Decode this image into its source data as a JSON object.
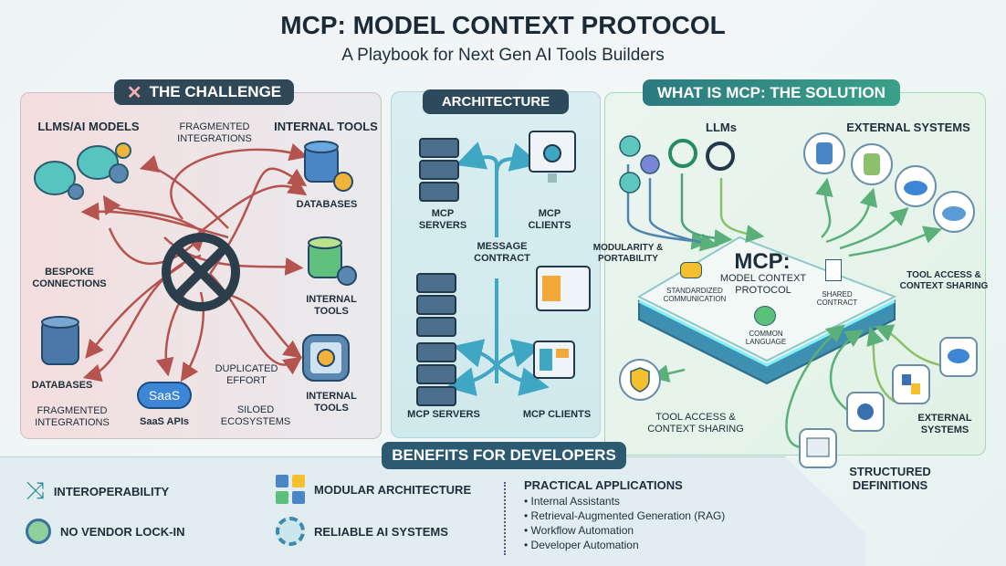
{
  "header": {
    "title": "MCP: MODEL CONTEXT PROTOCOL",
    "subtitle": "A Playbook for Next Gen AI Tools Builders"
  },
  "challenge": {
    "heading": "THE CHALLENGE",
    "labels": {
      "llms": "LLMs/AI MODELS",
      "fragmented_top": "FRAGMENTED INTEGRATIONS",
      "internal_tools_top": "INTERNAL TOOLS",
      "databases_right": "DATABASES",
      "bespoke": "BESPOKE CONNECTIONS",
      "internal_tools_mid": "INTERNAL TOOLS",
      "databases_left": "DATABASES",
      "duplicated": "DUPLICATED EFFORT",
      "internal_tools_bottom": "INTERNAL TOOLS",
      "fragmented_bottom": "FRAGMENTED INTEGRATIONS",
      "saas_apis": "SaaS APIs",
      "siloed": "SILOED ECOSYSTEMS",
      "saas_icon_text": "SaaS"
    }
  },
  "architecture": {
    "heading": "ARCHITECTURE",
    "labels": {
      "servers_top": "MCP SERVERS",
      "clients_top": "MCP CLIENTS",
      "message_contract": "MESSAGE CONTRACT",
      "servers_bottom": "MCP SERVERS",
      "clients_bottom": "MCP CLIENTS"
    }
  },
  "solution": {
    "heading": "WHAT IS MCP: THE SOLUTION",
    "labels": {
      "llms": "LLMs",
      "external_systems_top": "EXTERNAL SYSTEMS",
      "modularity": "MODULARITY & PORTABILITY",
      "mcp_title": "MCP:",
      "mcp_subtitle": "MODEL CONTEXT PROTOCOL",
      "standardized": "STANDARDIZED COMMUNICATION",
      "shared_contract": "SHARED CONTRACT",
      "common_language": "COMMON LANGUAGE",
      "tool_access_right": "TOOL ACCESS & CONTEXT SHARING",
      "tool_access_bottom": "TOOL ACCESS & CONTEXT SHARING",
      "external_systems_bottom": "EXTERNAL SYSTEMS",
      "structured": "STRUCTURED DEFINITIONS"
    }
  },
  "benefits": {
    "heading": "BENEFITS FOR DEVELOPERS",
    "items": [
      {
        "label": "INTEROPERABILITY",
        "icon": "shuffle-icon"
      },
      {
        "label": "NO VENDOR LOCK-IN",
        "icon": "no-lock-icon"
      },
      {
        "label": "MODULAR ARCHITECTURE",
        "icon": "modules-icon"
      },
      {
        "label": "RELIABLE AI SYSTEMS",
        "icon": "ai-gear-icon"
      }
    ],
    "practical": {
      "heading": "PRACTICAL APPLICATIONS",
      "items": [
        "Internal Assistants",
        "Retrieval-Augmented Generation (RAG)",
        "Workflow Automation",
        "Developer Automation"
      ]
    }
  },
  "colors": {
    "challenge_arrow": "#b5534f",
    "pill_dark": "#2c4a5c",
    "teal": "#3a9fb0",
    "green": "#5bb07a"
  }
}
